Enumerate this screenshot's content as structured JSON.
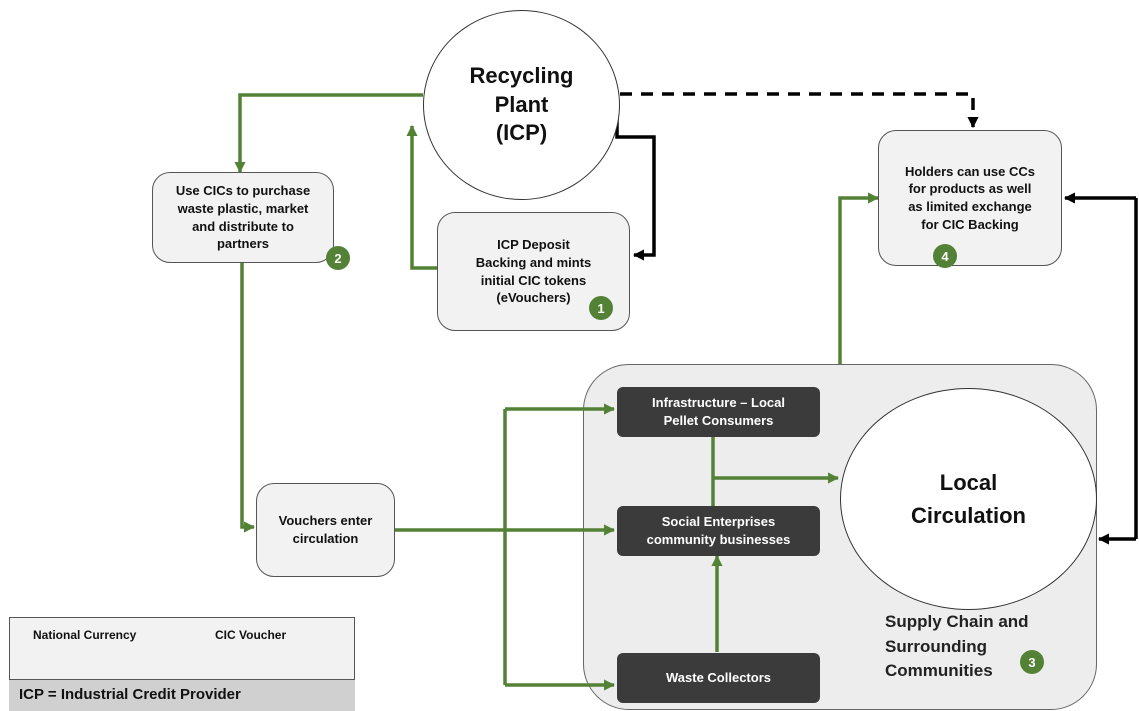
{
  "nodes": {
    "recycling_plant": "Recycling\nPlant\n(ICP)",
    "use_cics": "Use CICs to purchase\nwaste plastic, market\nand distribute to\npartners",
    "icp_deposit": "ICP Deposit\nBacking and mints\ninitial CIC tokens\n(eVouchers)",
    "holders": "Holders can use CCs\nfor products as well\nas limited exchange\nfor CIC Backing",
    "vouchers_enter": "Vouchers enter\ncirculation",
    "infrastructure": "Infrastructure – Local\nPellet Consumers",
    "social_enterprises": "Social Enterprises\ncommunity businesses",
    "waste_collectors": "Waste Collectors",
    "local_circulation": "Local\nCirculation"
  },
  "badges": {
    "b1": "1",
    "b2": "2",
    "b3": "3",
    "b4": "4"
  },
  "region_label": "Supply Chain and\nSurrounding\nCommunities",
  "legend": {
    "national_currency": "National Currency",
    "cic_voucher": "CIC Voucher",
    "footnote": "ICP = Industrial Credit Provider"
  },
  "colors": {
    "green_flow": "#538135",
    "black_flow": "#000000",
    "dark_box": "#3b3b3b",
    "badge": "#538135"
  }
}
